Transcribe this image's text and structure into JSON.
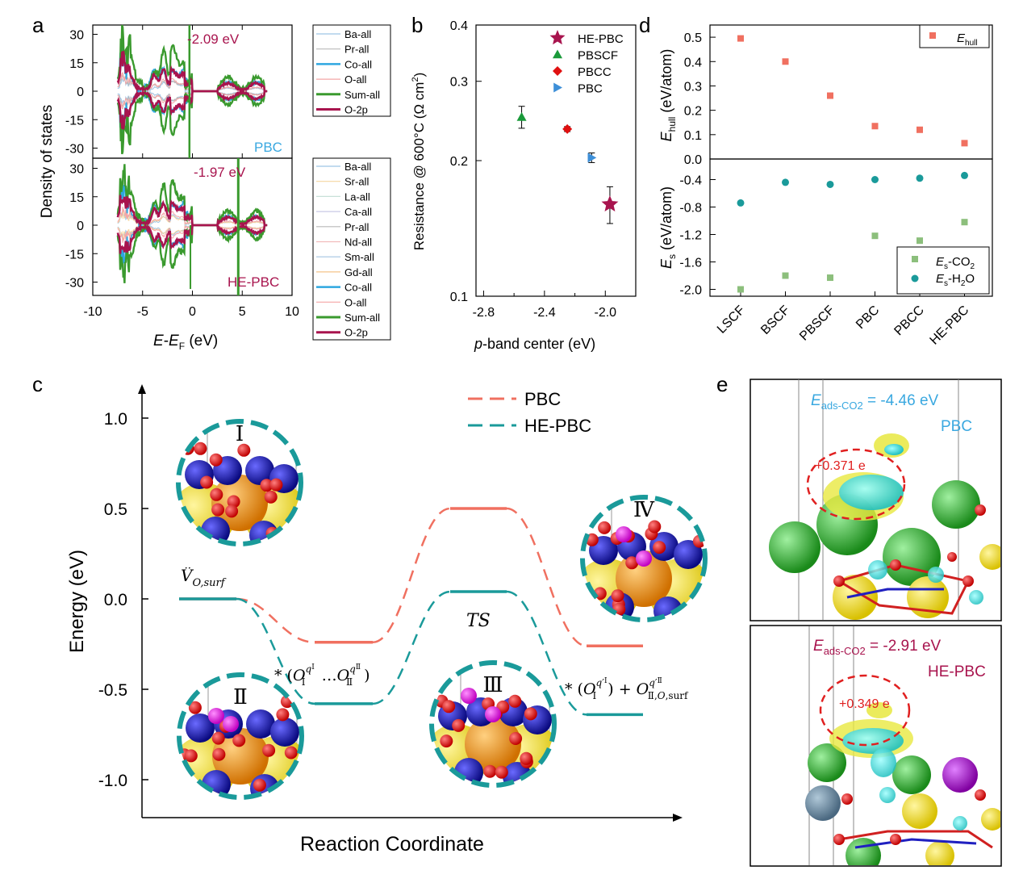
{
  "panel_labels": {
    "a": "a",
    "b": "b",
    "c": "c",
    "d": "d",
    "e": "e"
  },
  "colors": {
    "Ba": "#9ec5e5",
    "Pr": "#b9b9b9",
    "Co": "#2ea7e0",
    "O": "#f4a6a6",
    "Sum": "#3a9a2e",
    "O2p": "#a8144e",
    "Sr": "#f6d6a0",
    "La": "#c8e0d8",
    "Ca": "#c9c9e6",
    "Nd": "#f2bcbc",
    "Sm": "#a4c4e0",
    "Gd": "#f4c48a",
    "HEPBC": "#a8144e",
    "PBSCF": "#1a9a3a",
    "PBCC": "#e01010",
    "PBC_b": "#3d8fd8",
    "Ehull": "#f07060",
    "EsCO2": "#8cbf7c",
    "EsH2O": "#1a9a9a",
    "PBC_c": "#f07060",
    "HEPBC_c": "#1a9a9a",
    "pbc_text": "#3aa8e0",
    "hepbc_text": "#a8144e"
  },
  "panel_a": {
    "yaxis_label": "Density of states",
    "xaxis_label_E": "E",
    "xaxis_label_mid": "-",
    "xaxis_label_EF": "E",
    "xaxis_label_F": "F",
    "xaxis_label_unit": " (eV)",
    "x_ticks": [
      "-10",
      "-5",
      "0",
      "5",
      "10"
    ],
    "y_ticks": [
      "30",
      "15",
      "0",
      "-15",
      "-30"
    ],
    "top": {
      "center": "-2.09 eV",
      "tag": "PBC",
      "legend": [
        "Ba-all",
        "Pr-all",
        "Co-all",
        "O-all",
        "Sum-all",
        "O-2p"
      ]
    },
    "bottom": {
      "center": "-1.97 eV",
      "tag": "HE-PBC",
      "legend": [
        "Ba-all",
        "Sr-all",
        "La-all",
        "Ca-all",
        "Pr-all",
        "Nd-all",
        "Sm-all",
        "Gd-all",
        "Co-all",
        "O-all",
        "Sum-all",
        "O-2p"
      ]
    }
  },
  "chart_data": [
    {
      "type": "scatter",
      "panel": "b",
      "xlabel": "p-band center (eV)",
      "ylabel": "Resistance @ 600°C (Ω cm²)",
      "xlim": [
        -2.85,
        -1.8
      ],
      "ylim": [
        0.1,
        0.4
      ],
      "yscale": "log",
      "x_ticks": [
        "-2.8",
        "-2.4",
        "-2.0"
      ],
      "y_ticks": [
        "0.1",
        "0.2",
        "0.3",
        "0.4"
      ],
      "legend_position": "top-right",
      "series": [
        {
          "name": "HE-PBC",
          "marker": "star",
          "x": [
            -1.97
          ],
          "y": [
            0.16
          ],
          "err": [
            0.015
          ]
        },
        {
          "name": "PBSCF",
          "marker": "triangle-up",
          "x": [
            -2.55
          ],
          "y": [
            0.25
          ],
          "err": [
            0.014
          ]
        },
        {
          "name": "PBCC",
          "marker": "diamond",
          "x": [
            -2.25
          ],
          "y": [
            0.235
          ],
          "err": [
            0.003
          ]
        },
        {
          "name": "PBC",
          "marker": "triangle-right",
          "x": [
            -2.09
          ],
          "y": [
            0.203
          ],
          "err": [
            0.005
          ]
        }
      ]
    },
    {
      "type": "scatter",
      "panel": "d",
      "categories": [
        "LSCF",
        "BSCF",
        "PBSCF",
        "PBC",
        "PBCC",
        "HE-PBC"
      ],
      "top": {
        "ylim": [
          0.0,
          0.55
        ],
        "y_ticks": [
          "0.5",
          "0.4",
          "0.3",
          "0.2",
          "0.1",
          "0.0"
        ],
        "ylabel_main": "E",
        "ylabel_sub": "hull",
        "ylabel_unit": " (eV/atom)",
        "series": [
          {
            "name": "Ehull",
            "values": [
              0.495,
              0.4,
              0.26,
              0.135,
              0.12,
              0.065
            ]
          }
        ]
      },
      "bottom": {
        "ylim": [
          -2.1,
          -0.1
        ],
        "y_ticks": [
          "-0.4",
          "-0.8",
          "-1.2",
          "-1.6",
          "-2.0"
        ],
        "ylabel_main": "E",
        "ylabel_sub": "s",
        "ylabel_unit": " (eV/atom)",
        "series": [
          {
            "name": "Es-CO2",
            "values": [
              -2.0,
              -1.8,
              -1.83,
              -1.22,
              -1.29,
              -1.02
            ]
          },
          {
            "name": "Es-H2O",
            "values": [
              -0.74,
              -0.44,
              -0.47,
              -0.4,
              -0.38,
              -0.34
            ]
          }
        ]
      }
    },
    {
      "type": "line",
      "panel": "c",
      "xlabel": "Reaction Coordinate",
      "ylabel": "Energy (eV)",
      "ylim": [
        -1.2,
        1.2
      ],
      "y_ticks": [
        "1.0",
        "0.5",
        "0.0",
        "-0.5",
        "-1.0"
      ],
      "states": [
        "I",
        "II",
        "TS",
        "IV"
      ],
      "series": [
        {
          "name": "PBC",
          "values": [
            0.0,
            -0.24,
            0.5,
            -0.26
          ]
        },
        {
          "name": "HE-PBC",
          "values": [
            0.0,
            -0.58,
            0.04,
            -0.64
          ]
        }
      ]
    }
  ],
  "panel_b_legend": [
    "HE-PBC",
    "PBSCF",
    "PBCC",
    "PBC"
  ],
  "panel_d_legend": {
    "ehull_main": "E",
    "ehull_sub": "hull",
    "es_main": "E",
    "es_sub": "s",
    "co2_rest": "-CO",
    "co2_sub": "2",
    "h2o_rest": "-H",
    "h2o_sub": "2",
    "h2o_tail": "O"
  },
  "panel_c": {
    "legend": [
      "PBC",
      "HE-PBC"
    ],
    "structure_labels": [
      "Ⅰ",
      "Ⅱ",
      "Ⅲ",
      "Ⅳ"
    ],
    "ts_label": "TS",
    "v_label": "V",
    "v_sub": "O,surf",
    "v_sup": "··"
  },
  "panel_e": {
    "top": {
      "energy_main": "E",
      "energy_sub": "ads-CO2",
      "energy_value": " = -4.46 eV",
      "tag": "PBC",
      "charge": "+0.371 e"
    },
    "bottom": {
      "energy_main": "E",
      "energy_sub": "ads-CO2",
      "energy_value": " = -2.91 eV",
      "tag": "HE-PBC",
      "charge": "+0.349 e"
    }
  }
}
